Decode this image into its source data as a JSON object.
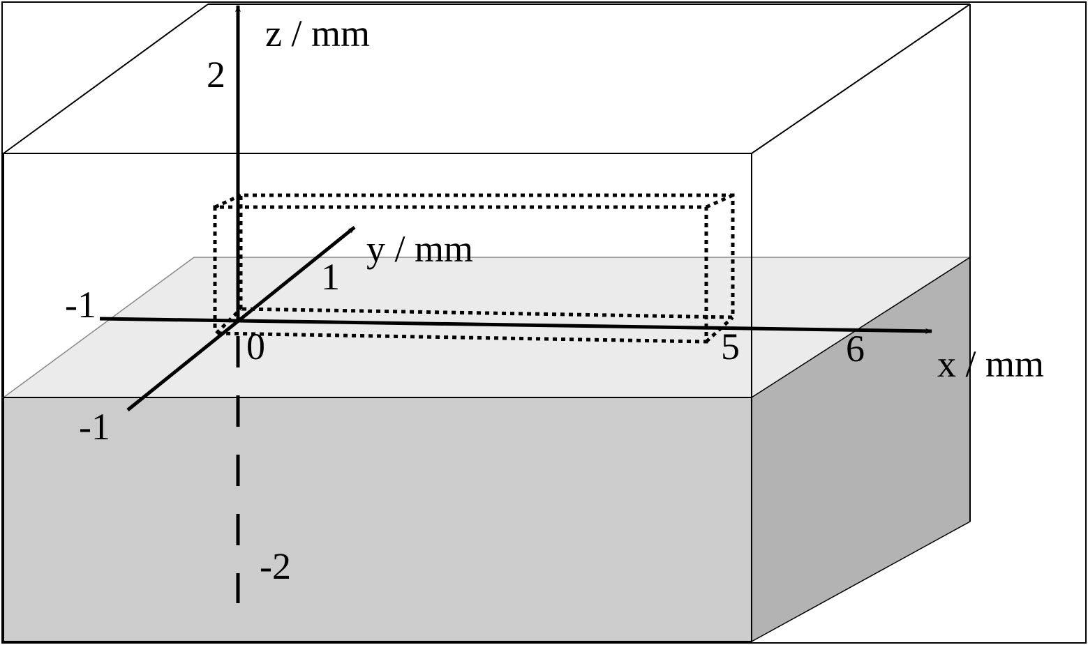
{
  "axes": {
    "x": {
      "label": "x / mm",
      "ticks": [
        "-1",
        "0",
        "5",
        "6"
      ]
    },
    "y": {
      "label": "y / mm",
      "ticks": [
        "-1",
        "1"
      ]
    },
    "z": {
      "label": "z / mm",
      "ticks": [
        "2",
        "-2"
      ]
    }
  },
  "colors": {
    "top_surface": "#ebebeb",
    "front_face": "#cccccc",
    "side_face": "#b3b3b3"
  }
}
